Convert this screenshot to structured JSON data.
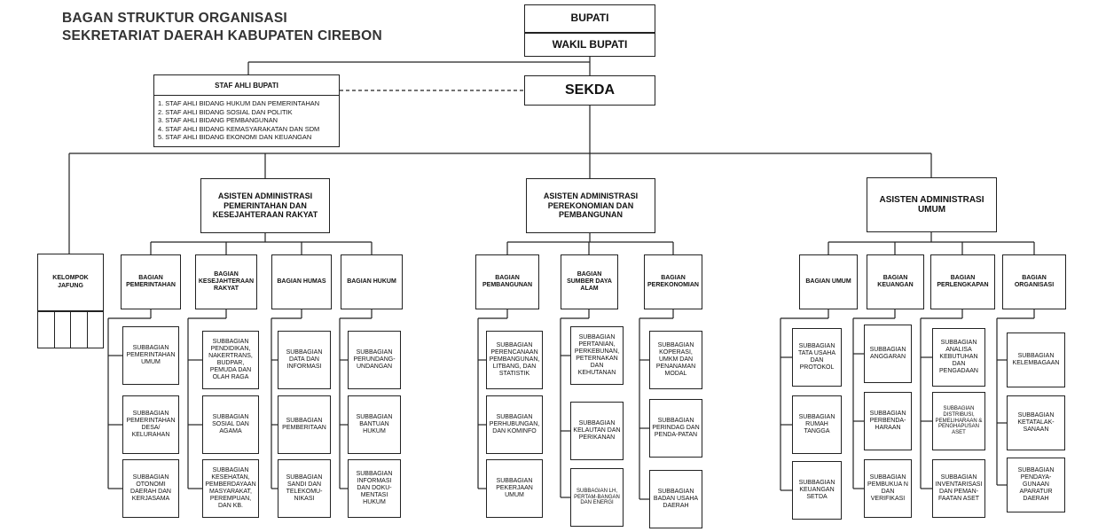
{
  "title": {
    "line1": "BAGAN STRUKTUR ORGANISASI",
    "line2": "SEKRETARIAT DAERAH KABUPATEN CIREBON"
  },
  "top": {
    "bupati": "BUPATI",
    "wakil_bupati": "WAKIL BUPATI",
    "sekda": "SEKDA"
  },
  "staf_ahli": {
    "header": "STAF AHLI BUPATI",
    "items": [
      "1. STAF AHLI  BIDANG HUKUM DAN PEMERINTAHAN",
      "2. STAF AHLI  BIDANG SOSIAL DAN POLITIK",
      "3. STAF AHLI  BIDANG PEMBANGUNAN",
      "4. STAF AHLI  BIDANG KEMASYARAKATAN  DAN SDM",
      "5. STAF AHLI  BIDANG EKONOMI DAN KEUANGAN"
    ]
  },
  "kelompok_jafung": "KELOMPOK JAFUNG",
  "asisten": [
    {
      "label": "ASISTEN ADMINISTRASI PEMERINTAHAN DAN KESEJAHTERAAN RAKYAT",
      "bagian": [
        {
          "label": "BAGIAN PEMERINTAHAN",
          "sub": [
            "SUBBAGIAN PEMERINTAHAN UMUM",
            "SUBBAGIAN PEMERINTAHAN DESA/ KELURAHAN",
            "SUBBAGIAN OTONOMI DAERAH DAN KERJASAMA"
          ]
        },
        {
          "label": "BAGIAN KESEJAHTERAAN RAKYAT",
          "sub": [
            "SUBBAGIAN PENDIDIKAN, NAKERTRANS, BUDPAR, PEMUDA DAN OLAH RAGA",
            "SUBBAGIAN SOSIAL DAN AGAMA",
            "SUBBAGIAN KESEHATAN, PEMBERDAYAAN MASYARAKAT, PEREMPUAN, DAN KB."
          ]
        },
        {
          "label": "BAGIAN HUMAS",
          "sub": [
            "SUBBAGIAN DATA DAN INFORMASI",
            "SUBBAGIAN PEMBERITAAN",
            "SUBBAGIAN SANDI DAN TELEKOMU-NIKASI"
          ]
        },
        {
          "label": "BAGIAN HUKUM",
          "sub": [
            "SUBBAGIAN PERUNDANG-UNDANGAN",
            "SUBBAGIAN BANTUAN HUKUM",
            "SUBBAGIAN INFORMASI DAN DOKU-MENTASI HUKUM"
          ]
        }
      ]
    },
    {
      "label": "ASISTEN ADMINISTRASI PEREKONOMIAN DAN PEMBANGUNAN",
      "bagian": [
        {
          "label": "BAGIAN PEMBANGUNAN",
          "sub": [
            "SUBBAGIAN PERENCANAAN PEMBANGUNAN, LITBANG, DAN STATISTIK",
            "SUBBAGIAN PERHUBUNGAN, DAN KOMINFO",
            "SUBBAGIAN PEKERJAAN UMUM"
          ]
        },
        {
          "label": "BAGIAN SUMBER DAYA ALAM",
          "sub": [
            "SUBBAGIAN PERTANIAN, PERKEBUNAN, PETERNAKAN DAN KEHUTANAN",
            "SUBBAGIAN KELAUTAN DAN PERIKANAN",
            "SUBBAGIAN LH, PERTAM-BANGAN DAN ENERGI"
          ]
        },
        {
          "label": "BAGIAN PEREKONOMIAN",
          "sub": [
            "SUBBAGIAN KOPERASI, UMKM DAN PENANAMAN MODAL",
            "SUBBAGIAN PERINDAG DAN PENDA-PATAN",
            "SUBBAGIAN BADAN USAHA DAERAH"
          ]
        }
      ]
    },
    {
      "label": "ASISTEN ADMINISTRASI UMUM",
      "bagian": [
        {
          "label": "BAGIAN UMUM",
          "sub": [
            "SUBBAGIAN TATA USAHA DAN PROTOKOL",
            "SUBBAGIAN RUMAH TANGGA",
            "SUBBAGIAN KEUANGAN SETDA"
          ]
        },
        {
          "label": "BAGIAN KEUANGAN",
          "sub": [
            "SUBBAGIAN ANGGARAN",
            "SUBBAGIAN PERBENDA-HARAAN",
            "SUBBAGIAN PEMBUKUA N DAN VERIFIKASI"
          ]
        },
        {
          "label": "BAGIAN PERLENGKAPAN",
          "sub": [
            "SUBBAGIAN ANALISA KEBUTUHAN DAN PENGADAAN",
            "SUBBAGIAN DISTRIBUSI, PEMELIHARAAN & PENGHAPUSAN ASET",
            "SUBBAGIAN INVENTARISASI DAN PEMAN-FAATAN ASET"
          ]
        },
        {
          "label": "BAGIAN ORGANISASI",
          "sub": [
            "SUBBAGIAN KELEMBAGAAN",
            "SUBBAGIAN KETATALAK-SANAAN",
            "SUBBAGIAN PENDAYA-GUNAAN APARATUR DAERAH"
          ]
        }
      ]
    }
  ]
}
